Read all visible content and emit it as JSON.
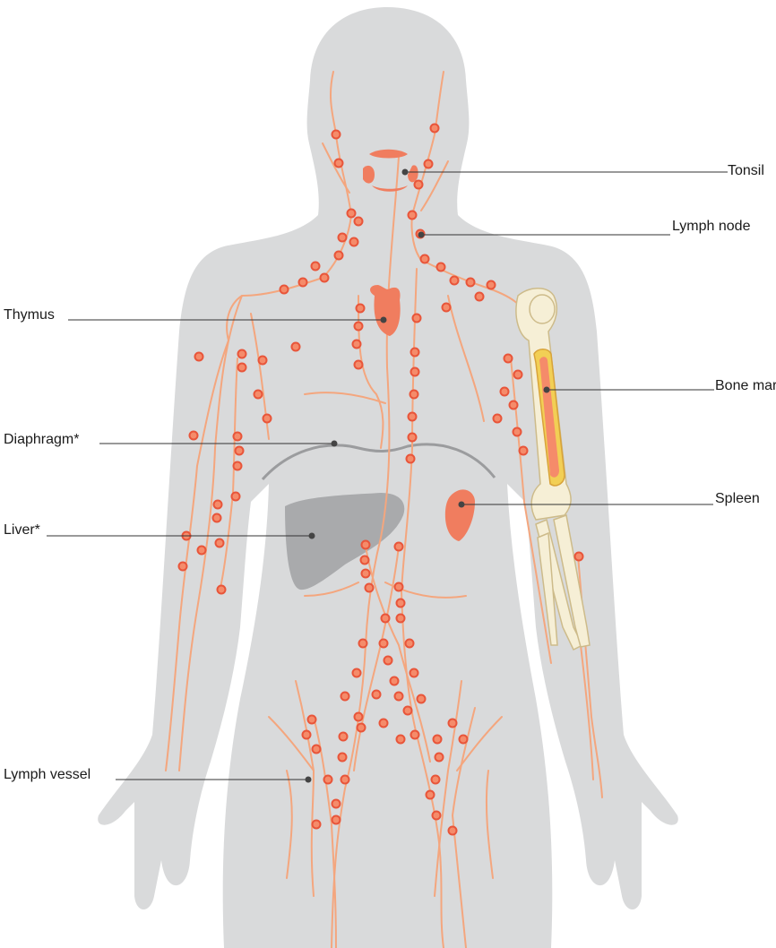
{
  "labels": {
    "tonsil": "Tonsil",
    "lymph_node": "Lymph node",
    "thymus": "Thymus",
    "bone_marrow": "Bone marrow",
    "diaphragm": "Diaphragm*",
    "spleen": "Spleen",
    "liver": "Liver*",
    "lymph_vessel": "Lymph vessel"
  },
  "colors": {
    "body": "#d9dadb",
    "vessel": "#f4a67e",
    "node_fill": "#f58b6a",
    "node_stroke": "#e8553a",
    "organ": "#f07d5f",
    "liver": "#a9aaac",
    "diaphragm": "#9b9c9e",
    "bone": "#f6efd6",
    "bone_outline": "#cdbb8a",
    "marrow_ring": "#f2cf55",
    "leader": "#333333"
  }
}
